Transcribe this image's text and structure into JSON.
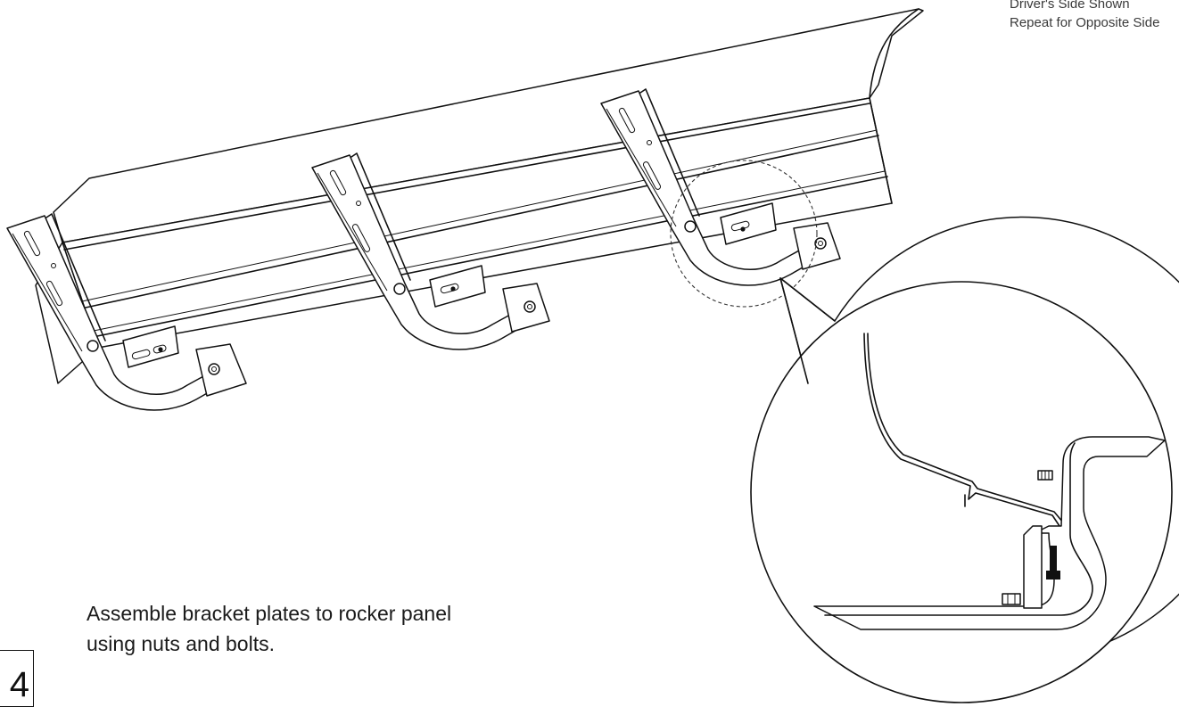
{
  "header_note": {
    "line1": "Driver's Side Shown",
    "line2": "Repeat for Opposite Side"
  },
  "instruction": {
    "line1": "Assemble bracket plates to rocker panel",
    "line2": "using nuts and bolts."
  },
  "step_number": "4",
  "icons": [
    "running-board-illustration",
    "bracket-icon",
    "bolt-icon",
    "nut-icon",
    "detail-callout-icon"
  ],
  "colors": {
    "line": "#111111",
    "background": "#ffffff",
    "text": "#1a1a1a"
  }
}
